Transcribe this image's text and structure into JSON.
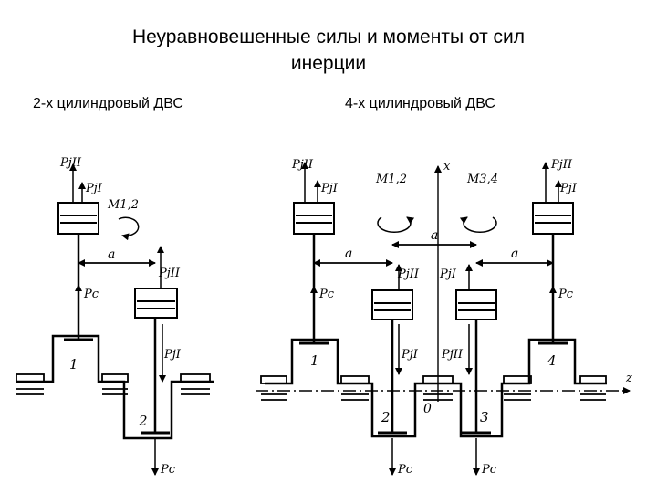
{
  "header": {
    "title_line1": "Неуравновешенные силы и моменты от сил",
    "title_line2": "инерции"
  },
  "left_panel": {
    "heading": "2-х цилиндровый ДВС",
    "labels": {
      "pj2_top": "PjII",
      "pj1_top": "PjI",
      "moment": "M1,2",
      "distance": "a",
      "pj2_mid": "PjII",
      "pc_left": "Pc",
      "pj1_right": "PjI",
      "pc_bottom": "Pc",
      "crank1": "1",
      "crank2": "2"
    }
  },
  "right_panel": {
    "heading": "4-х цилиндровый ДВС",
    "labels": {
      "pj2_left": "PjII",
      "pj1_left": "PjI",
      "m12": "M1,2",
      "m34": "M3,4",
      "x_axis": "x",
      "pj2_right": "PjII",
      "pj1_right": "PjI",
      "a_left": "a",
      "a_mid": "a",
      "a_right": "a",
      "pc1": "Pc",
      "pc4": "Pc",
      "pj2_c2": "PjII",
      "pj1_c3": "PjI",
      "pj1_c2": "PjI",
      "pj2_c3": "PjII",
      "crank1": "1",
      "crank2": "2",
      "crank3": "3",
      "crank4": "4",
      "origin": "0",
      "z_axis": "z",
      "pc2": "Pc",
      "pc3": "Pc"
    }
  }
}
